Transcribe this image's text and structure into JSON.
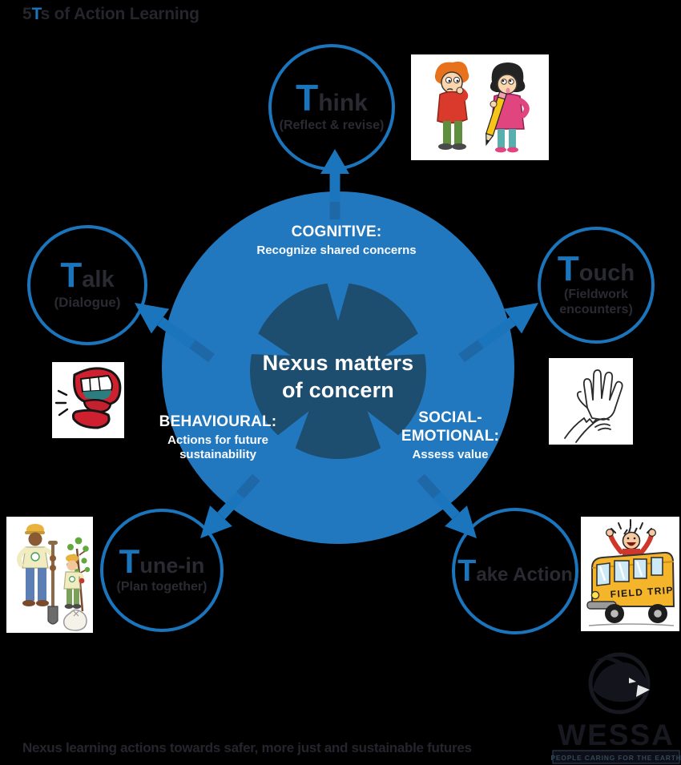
{
  "title": {
    "prefix": "5",
    "accent": "T",
    "suffix": "s of Action Learning"
  },
  "center_circle": {
    "heading_line1": "Nexus matters",
    "heading_line2": "of concern",
    "cognitive_label": "COGNITIVE:",
    "cognitive_desc": "Recognize shared concerns",
    "behavioural_label": "BEHAVIOURAL:",
    "behavioural_desc": "Actions for future sustainability",
    "social_label": "SOCIAL-EMOTIONAL:",
    "social_desc": "Assess value"
  },
  "nodes": [
    {
      "name": "think",
      "initial": "T",
      "rest": "hink",
      "subtitle": "(Reflect & revise)"
    },
    {
      "name": "talk",
      "initial": "T",
      "rest": "alk",
      "subtitle": "(Dialogue)"
    },
    {
      "name": "touch",
      "initial": "T",
      "rest": "ouch",
      "subtitle": "(Fieldwork encounters)"
    },
    {
      "name": "tune-in",
      "initial": "T",
      "rest": "une-in",
      "subtitle": "(Plan together)"
    },
    {
      "name": "take-action",
      "initial": "T",
      "rest": "ake Action",
      "subtitle": ""
    }
  ],
  "illustrations": {
    "think": "two-children-thinking-cartoon",
    "talk": "shouting-mouth-cartoon",
    "touch": "touching-hands-line-drawing",
    "tune_in": "tree-planting-cartoon",
    "take_action": "field-trip-bus-cartoon",
    "bus_text": "FIELD TRIP"
  },
  "logo": {
    "name": "WESSA",
    "tagline": "PEOPLE CARING FOR THE EARTH"
  },
  "footer": "Nexus learning actions towards safer, more just and sustainable futures",
  "colors": {
    "accent_blue": "#1b75bc",
    "central_circle_fill": "#2278be",
    "inner_circle_fill": "#1d4e70",
    "ink": "#25252d",
    "white": "#ffffff"
  }
}
